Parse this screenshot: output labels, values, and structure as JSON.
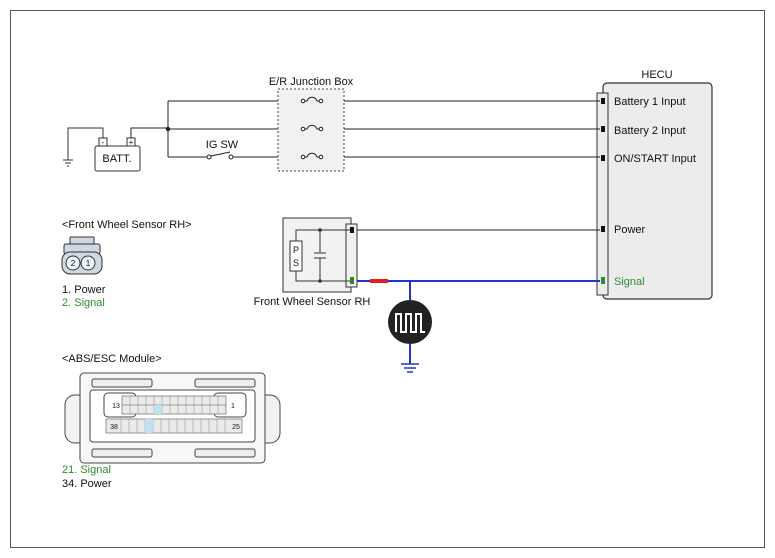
{
  "hecu": {
    "title": "HECU",
    "pins": {
      "battery1": "Battery 1 Input",
      "battery2": "Battery 2 Input",
      "onstart": "ON/START Input",
      "power": "Power",
      "signal": "Signal"
    }
  },
  "junction_box": {
    "label": "E/R Junction Box"
  },
  "battery": {
    "label": "BATT.",
    "minus": "-",
    "plus": "+"
  },
  "ig_switch": {
    "label": "IG SW"
  },
  "sensor": {
    "label": "Front Wheel Sensor RH",
    "element_p": "P",
    "element_s": "S"
  },
  "connector_sensor": {
    "title": "<Front Wheel Sensor RH>",
    "pin2": "2",
    "pin1": "1",
    "legend": [
      "1. Power",
      "2. Signal"
    ]
  },
  "abs_module": {
    "title": "<ABS/ESC Module>",
    "row1_left": "13",
    "row1_right": "1",
    "row3_left": "38",
    "row3_right": "25",
    "legend": [
      "21. Signal",
      "34. Power"
    ]
  },
  "colors": {
    "signal_text": "#2e8b2e",
    "signal_wire": "#2233cc",
    "signal_marker": "#e02020",
    "wire": "#222222"
  }
}
